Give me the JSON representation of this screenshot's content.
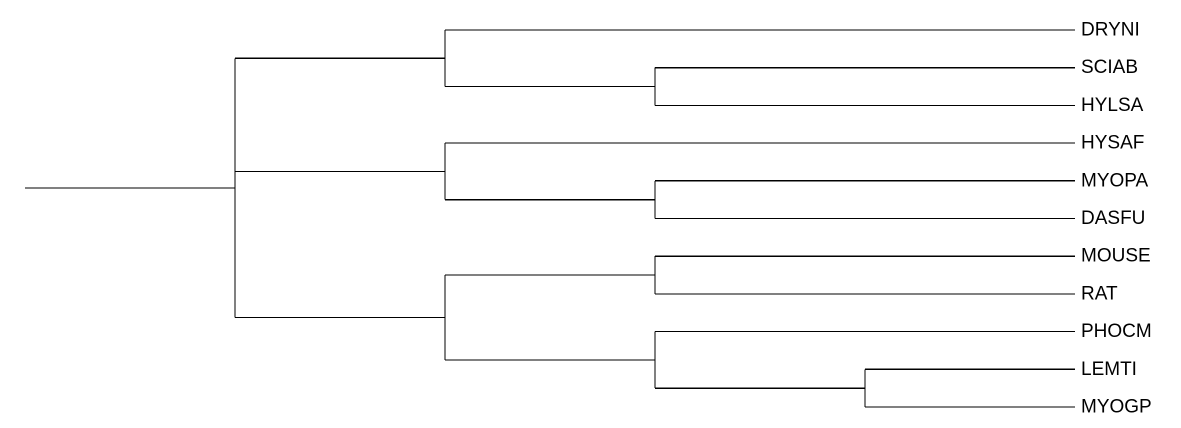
{
  "tree": {
    "leaves": [
      {
        "label": "DRYNI"
      },
      {
        "label": "SCIAB"
      },
      {
        "label": "HYLSA"
      },
      {
        "label": "HYSAF"
      },
      {
        "label": "MYOPA"
      },
      {
        "label": "DASFU"
      },
      {
        "label": "MOUSE"
      },
      {
        "label": "RAT"
      },
      {
        "label": "PHOCM"
      },
      {
        "label": "LEMTI"
      },
      {
        "label": "MYOGP"
      }
    ],
    "newick": "((DRYNI,(SCIAB,HYLSA)),(HYSAF,(MYOPA,DASFU)),((MOUSE,RAT),(PHOCM,(LEMTI,MYOGP))));"
  }
}
